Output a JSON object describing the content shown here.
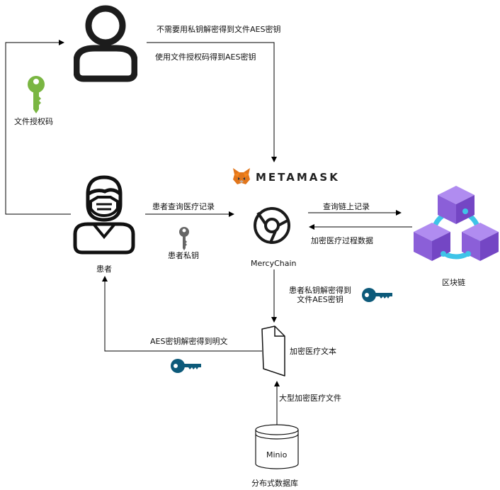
{
  "labels": {
    "no_private_key": "不需要用私钥解密得到文件AES密钥",
    "use_auth_code": "使用文件授权码得到AES密钥",
    "auth_code": "文件授权码",
    "patient": "患者",
    "query_records": "患者查询医疗记录",
    "patient_private_key": "患者私钥",
    "metamask": "METAMASK",
    "mercychain": "MercyChain",
    "query_chain": "查询链上记录",
    "encrypted_data": "加密医疗过程数据",
    "blockchain": "区块链",
    "decrypt_aes_line1": "患者私钥解密得到",
    "decrypt_aes_line2": "文件AES密钥",
    "aes_decrypt_plain": "AES密钥解密得到明文",
    "encrypted_text": "加密医疗文本",
    "large_file": "大型加密医疗文件",
    "minio": "Minio",
    "distributed_db": "分布式数据库"
  },
  "icons": {
    "user": "user-outline-icon",
    "green_key": "key-icon",
    "patient": "patient-with-mask-icon",
    "grey_key": "key-icon",
    "metamask": "metamask-fox-icon",
    "chain": "chain-logo-icon",
    "blockchain": "blockchain-cubes-icon",
    "blue_key": "key-icon",
    "document": "document-icon",
    "database": "database-cylinder-icon"
  },
  "colors": {
    "green_key": "#7ab642",
    "grey_key": "#666666",
    "blue_key": "#0d5a7a",
    "cube": "#8b5fd8",
    "ring": "#3fc4e8",
    "fox": "#e2761b"
  }
}
